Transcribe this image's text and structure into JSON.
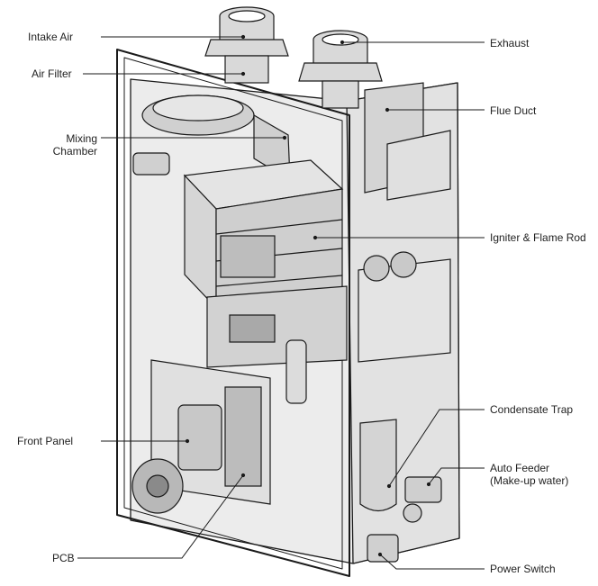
{
  "labels": {
    "intake_air": "Intake Air",
    "air_filter": "Air Filter",
    "mixing_chamber": [
      "Mixing",
      "Chamber"
    ],
    "front_panel": "Front Panel",
    "pcb": "PCB",
    "exhaust": "Exhaust",
    "flue_duct": "Flue Duct",
    "igniter_flame_rod": "Igniter & Flame Rod",
    "condensate_trap": "Condensate Trap",
    "auto_feeder": [
      "Auto Feeder",
      "(Make-up water)"
    ],
    "power_switch": "Power Switch"
  },
  "colors": {
    "line": "#1a1a1a",
    "shell_fill": "#e8e8e8",
    "component_fill": "#d6d6d6",
    "text": "#222222"
  }
}
